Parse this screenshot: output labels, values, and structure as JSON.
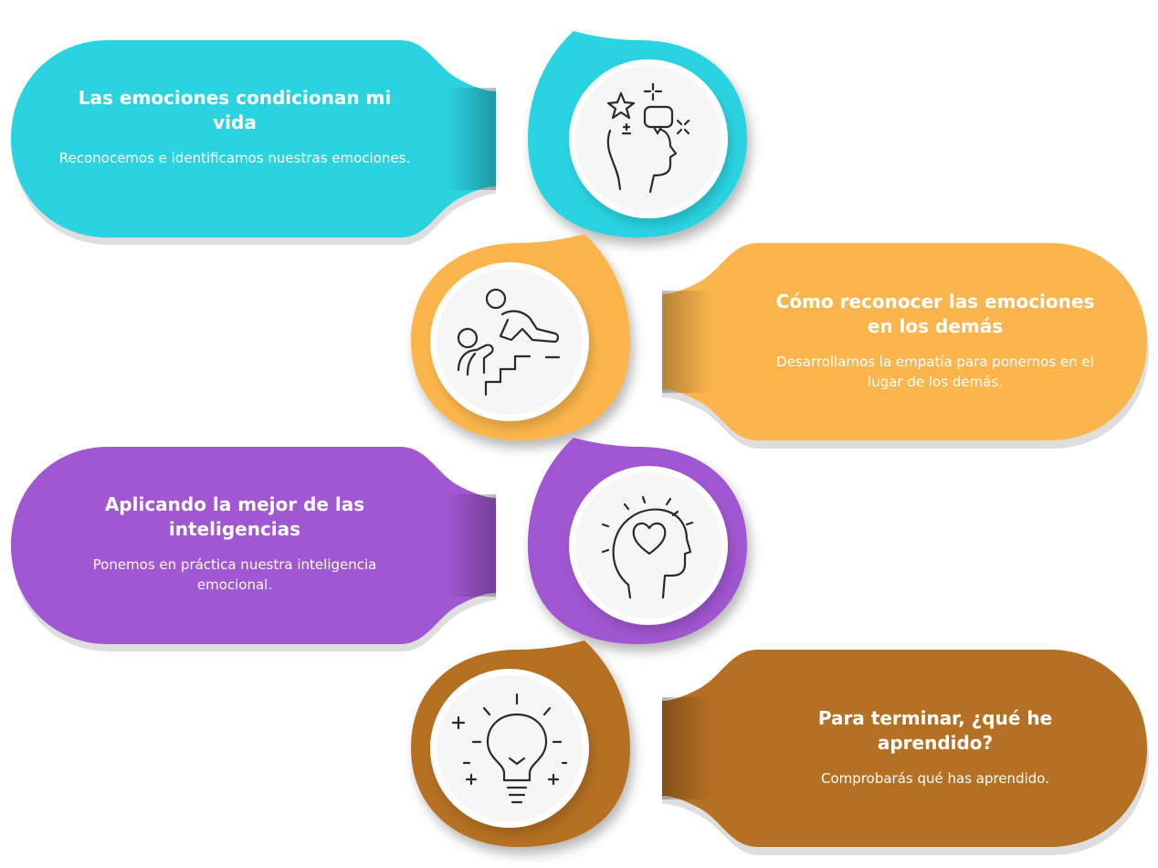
{
  "colors": {
    "background": "#ffffff",
    "white": "#ffffff",
    "medallion": "#f6f6f6",
    "icon_stroke": "#2a2a2a"
  },
  "steps": [
    {
      "title": "Las emociones condicionan mi vida",
      "description": "Reconocemos e identificamos nuestras emociones.",
      "color": "#2bd3e1",
      "icon": "head-emotions-icon"
    },
    {
      "title": "Cómo reconocer las emociones en los demás",
      "description": "Desarrollamos la empatía para ponernos en el lugar de los demás.",
      "color": "#fbb54c",
      "icon": "helping-climb-stairs-icon"
    },
    {
      "title": "Aplicando la mejor de las inteligencias",
      "description": "Ponemos en práctica nuestra inteligencia emocional.",
      "color": "#a157d1",
      "icon": "head-heart-icon"
    },
    {
      "title": "Para terminar, ¿qué he aprendido?",
      "description": "Comprobarás qué has aprendido.",
      "color": "#b57024",
      "icon": "lightbulb-icon"
    }
  ]
}
